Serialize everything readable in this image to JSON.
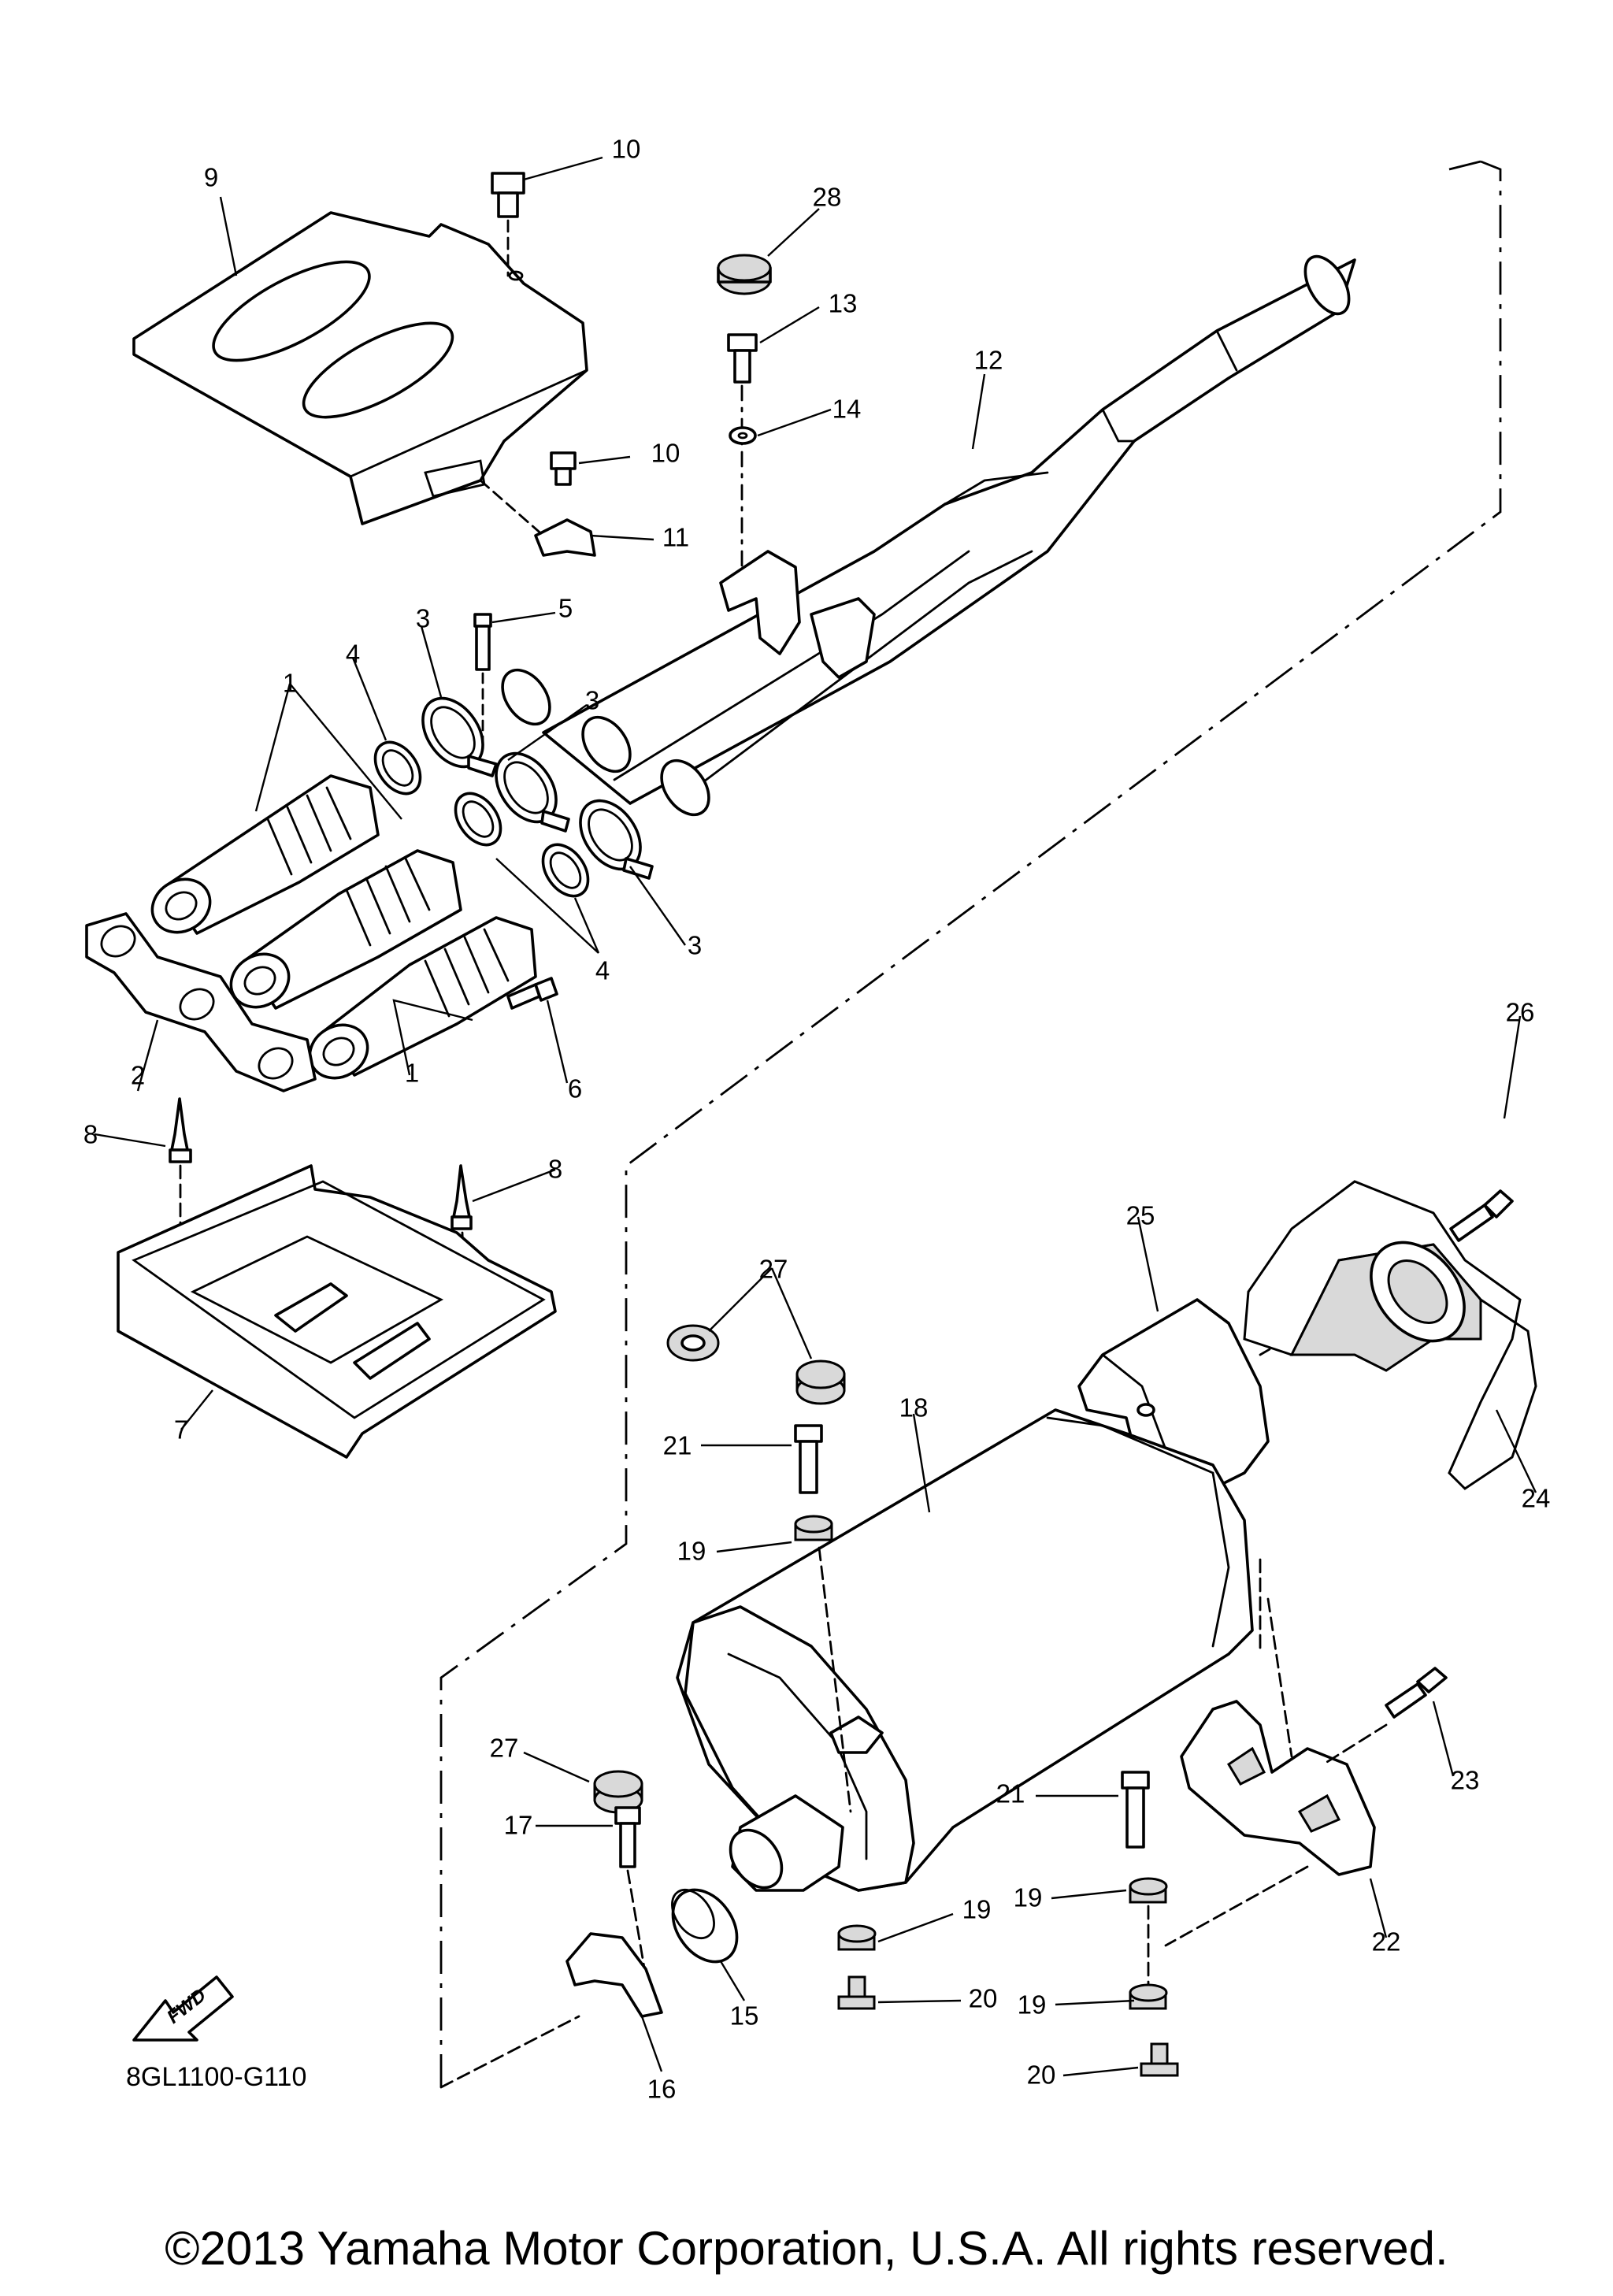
{
  "diagram_code": "8GL1100-G110",
  "fwd_label": "FWD",
  "copyright": "©2013 Yamaha Motor Corporation, U.S.A. All rights reserved.",
  "callouts": [
    {
      "id": "c9",
      "label": "9"
    },
    {
      "id": "c10a",
      "label": "10"
    },
    {
      "id": "c28",
      "label": "28"
    },
    {
      "id": "c13",
      "label": "13"
    },
    {
      "id": "c12",
      "label": "12"
    },
    {
      "id": "c14",
      "label": "14"
    },
    {
      "id": "c10b",
      "label": "10"
    },
    {
      "id": "c11",
      "label": "11"
    },
    {
      "id": "c5",
      "label": "5"
    },
    {
      "id": "c3a",
      "label": "3"
    },
    {
      "id": "c4a",
      "label": "4"
    },
    {
      "id": "c1a",
      "label": "1"
    },
    {
      "id": "c3b",
      "label": "3"
    },
    {
      "id": "c4b",
      "label": "4"
    },
    {
      "id": "c3c",
      "label": "3"
    },
    {
      "id": "c1b",
      "label": "1"
    },
    {
      "id": "c2",
      "label": "2"
    },
    {
      "id": "c6",
      "label": "6"
    },
    {
      "id": "c8a",
      "label": "8"
    },
    {
      "id": "c8b",
      "label": "8"
    },
    {
      "id": "c7",
      "label": "7"
    },
    {
      "id": "c26",
      "label": "26"
    },
    {
      "id": "c25",
      "label": "25"
    },
    {
      "id": "c27a",
      "label": "27"
    },
    {
      "id": "c18",
      "label": "18"
    },
    {
      "id": "c21a",
      "label": "21"
    },
    {
      "id": "c24",
      "label": "24"
    },
    {
      "id": "c19a",
      "label": "19"
    },
    {
      "id": "c27b",
      "label": "27"
    },
    {
      "id": "c17",
      "label": "17"
    },
    {
      "id": "c23",
      "label": "23"
    },
    {
      "id": "c21b",
      "label": "21"
    },
    {
      "id": "c19b",
      "label": "19"
    },
    {
      "id": "c19c",
      "label": "19"
    },
    {
      "id": "c22",
      "label": "22"
    },
    {
      "id": "c15",
      "label": "15"
    },
    {
      "id": "c20a",
      "label": "20"
    },
    {
      "id": "c19d",
      "label": "19"
    },
    {
      "id": "c16",
      "label": "16"
    },
    {
      "id": "c20b",
      "label": "20"
    }
  ]
}
